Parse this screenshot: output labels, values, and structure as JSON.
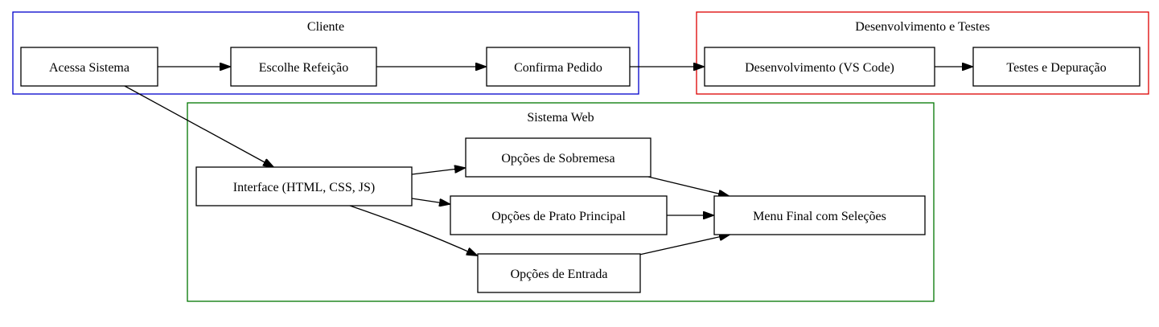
{
  "clusters": {
    "cliente": {
      "label": "Cliente",
      "color": "#0000cc"
    },
    "desenvolvimento": {
      "label": "Desenvolvimento e Testes",
      "color": "#dd0000"
    },
    "sistema_web": {
      "label": "Sistema Web",
      "color": "#007700"
    }
  },
  "nodes": {
    "acessa_sistema": "Acessa Sistema",
    "escolhe_refeicao": "Escolhe Refeição",
    "confirma_pedido": "Confirma Pedido",
    "desenvolvimento_vscode": "Desenvolvimento (VS Code)",
    "testes_depuracao": "Testes e Depuração",
    "interface": "Interface (HTML, CSS, JS)",
    "opcoes_sobremesa": "Opções de Sobremesa",
    "opcoes_prato_principal": "Opções de Prato Principal",
    "opcoes_entrada": "Opções de Entrada",
    "menu_final": "Menu Final com Seleções"
  },
  "edges": [
    {
      "from": "acessa_sistema",
      "to": "escolhe_refeicao"
    },
    {
      "from": "escolhe_refeicao",
      "to": "confirma_pedido"
    },
    {
      "from": "confirma_pedido",
      "to": "desenvolvimento_vscode"
    },
    {
      "from": "desenvolvimento_vscode",
      "to": "testes_depuracao"
    },
    {
      "from": "acessa_sistema",
      "to": "interface"
    },
    {
      "from": "interface",
      "to": "opcoes_sobremesa"
    },
    {
      "from": "interface",
      "to": "opcoes_prato_principal"
    },
    {
      "from": "interface",
      "to": "opcoes_entrada"
    },
    {
      "from": "opcoes_sobremesa",
      "to": "menu_final"
    },
    {
      "from": "opcoes_prato_principal",
      "to": "menu_final"
    },
    {
      "from": "opcoes_entrada",
      "to": "menu_final"
    }
  ]
}
